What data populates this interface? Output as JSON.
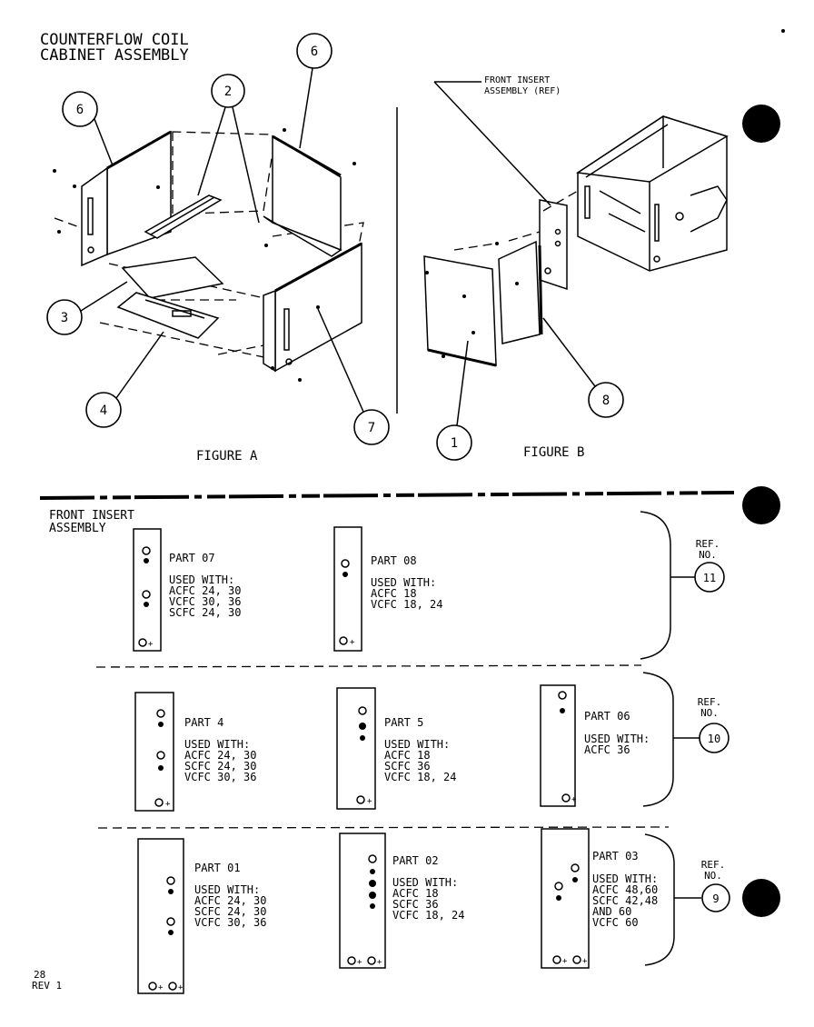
{
  "title_line1": "COUNTERFLOW COIL",
  "title_line2": "CABINET ASSEMBLY",
  "figure_a_label": "FIGURE A",
  "figure_b_label": "FIGURE B",
  "front_insert_ref_line1": "FRONT INSERT",
  "front_insert_ref_line2": "ASSEMBLY (REF)",
  "callouts": {
    "c6a": "6",
    "c2": "2",
    "c6b": "6",
    "c3": "3",
    "c4": "4",
    "c7": "7",
    "c1": "1",
    "c8": "8"
  },
  "section_title_line1": "FRONT INSERT",
  "section_title_line2": "ASSEMBLY",
  "ref_no_label_line1": "REF.",
  "ref_no_label_line2": "NO.",
  "ref_numbers": {
    "r11": "11",
    "r10": "10",
    "r9": "9"
  },
  "parts": {
    "p07": {
      "title": "PART 07",
      "used": "USED WITH:",
      "l1": "ACFC 24, 30",
      "l2": "VCFC 30, 36",
      "l3": "SCFC 24, 30"
    },
    "p08": {
      "title": "PART 08",
      "used": "USED WITH:",
      "l1": "ACFC 18",
      "l2": "VCFC 18, 24"
    },
    "p4": {
      "title": "PART 4",
      "used": "USED WITH:",
      "l1": "ACFC 24, 30",
      "l2": "SCFC 24, 30",
      "l3": "VCFC 30, 36"
    },
    "p5": {
      "title": "PART 5",
      "used": "USED WITH:",
      "l1": "ACFC 18",
      "l2": "SCFC 36",
      "l3": "VCFC 18, 24"
    },
    "p06": {
      "title": "PART 06",
      "used": "USED WITH:",
      "l1": "ACFC 36"
    },
    "p01": {
      "title": "PART 01",
      "used": "USED WITH:",
      "l1": "ACFC 24, 30",
      "l2": "SCFC 24, 30",
      "l3": "VCFC 30, 36"
    },
    "p02": {
      "title": "PART 02",
      "used": "USED WITH:",
      "l1": "ACFC 18",
      "l2": "SCFC 36",
      "l3": "VCFC 18, 24"
    },
    "p03": {
      "title": "PART 03",
      "used": "USED WITH:",
      "l1": "ACFC 48,60",
      "l2": "SCFC 42,48",
      "l3": "AND 60",
      "l4": "VCFC 60"
    }
  },
  "page_number": "28",
  "revision": "REV 1"
}
